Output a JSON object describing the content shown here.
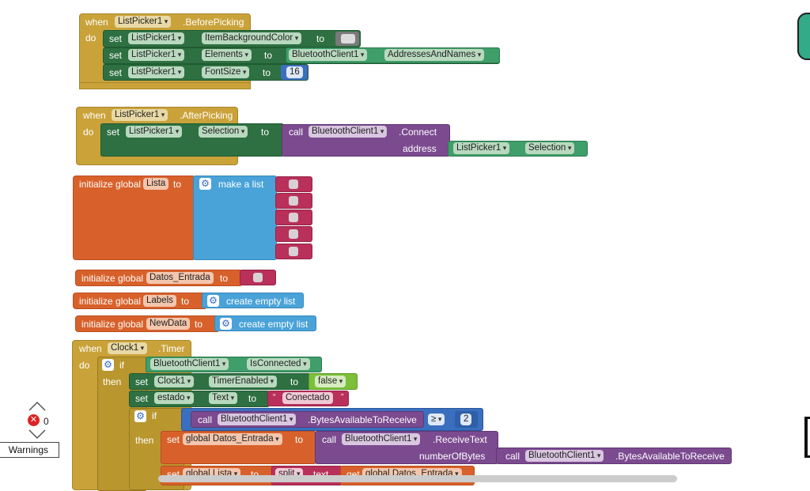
{
  "blocks": {
    "before_picking": {
      "when": "when",
      "do": "do",
      "component": "ListPicker1",
      "event": ".BeforePicking",
      "set": "set",
      "to": "to",
      "row1": {
        "comp": "ListPicker1",
        "prop": "ItemBackgroundColor"
      },
      "row2": {
        "comp": "ListPicker1",
        "prop": "Elements",
        "value_comp": "BluetoothClient1",
        "value_prop": "AddressesAndNames"
      },
      "row3": {
        "comp": "ListPicker1",
        "prop": "FontSize",
        "value": "16"
      }
    },
    "after_picking": {
      "when": "when",
      "do": "do",
      "component": "ListPicker1",
      "event": ".AfterPicking",
      "set": "set",
      "comp": "ListPicker1",
      "prop": "Selection",
      "to": "to",
      "call": "call",
      "call_comp": "BluetoothClient1",
      "method": ".Connect",
      "address": "address",
      "addr_comp": "ListPicker1",
      "addr_prop": "Selection"
    },
    "lista": {
      "label": "initialize global",
      "name": "Lista",
      "to": "to",
      "make_list": "make a list",
      "item_count": 5
    },
    "datos": {
      "label": "initialize global",
      "name": "Datos_Entrada",
      "to": "to"
    },
    "labels": {
      "label": "initialize global",
      "name": "Labels",
      "to": "to",
      "value": "create empty list"
    },
    "newdata": {
      "label": "initialize global",
      "name": "NewData",
      "to": "to",
      "value": "create empty list"
    },
    "timer": {
      "when": "when",
      "do": "do",
      "component": "Clock1",
      "event": ".Timer",
      "if": "if",
      "then": "then",
      "cond_comp": "BluetoothClient1",
      "cond_prop": "IsConnected",
      "set": "set",
      "to": "to",
      "s1_comp": "Clock1",
      "s1_prop": "TimerEnabled",
      "s1_value": "false",
      "s2_comp": "estado",
      "s2_prop": "Text",
      "s2_value": "Conectado",
      "if2": "if",
      "call": "call",
      "bt_comp": "BluetoothClient1",
      "bytes_avail": ".BytesAvailableToReceive",
      "cmp": "≥",
      "cmp_value": "2",
      "then2": "then",
      "set_global": "set",
      "global_datos": "global Datos_Entrada",
      "to2": "to",
      "receive": ".ReceiveText",
      "num_bytes": "numberOfBytes",
      "set3": "set",
      "global_lista": "global Lista",
      "to3": "to",
      "split": "split",
      "text": "text",
      "get": "get",
      "get_var": "global Datos_Entrada"
    }
  },
  "warnings": {
    "error_count": "0",
    "label": "Warnings"
  },
  "colors": {
    "event": "#c9a23a",
    "setter": "#2e7041",
    "component": "#3f9e6a",
    "call": "#7b4a8f",
    "variable": "#d8612b",
    "list": "#4aa3d8",
    "text": "#b9305a"
  }
}
